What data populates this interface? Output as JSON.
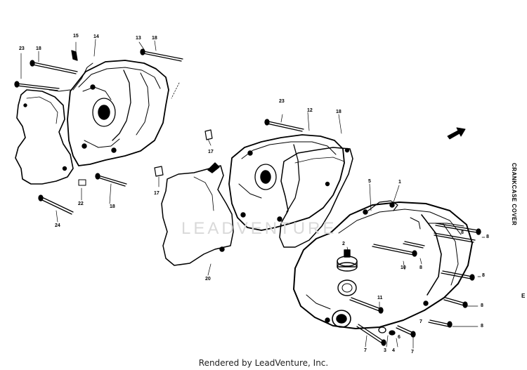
{
  "diagram": {
    "title": "CRANKCASE COVER",
    "footer": "Rendered by LeadVenture, Inc.",
    "watermark": "LEADVENTURE",
    "corner_mark": "E",
    "part_numbers": {
      "p15": "15",
      "p14": "14",
      "p13": "13",
      "p18a": "18",
      "p23a": "23",
      "p18b": "18",
      "p22": "22",
      "p18c": "18",
      "p24": "24",
      "p23b": "23",
      "p12": "12",
      "p18d": "18",
      "p17a": "17",
      "p17b": "17",
      "p20": "20",
      "p5": "5",
      "p1": "1",
      "p2": "2",
      "p10": "10",
      "p8a": "8",
      "p8b": "8",
      "p11": "11",
      "p8c": "8",
      "p8d": "8",
      "p8e": "8",
      "p8f": "8",
      "p7a": "7",
      "p3": "3",
      "p4": "4",
      "p6": "6",
      "p7b": "7",
      "p7c": "7"
    },
    "colors": {
      "line": "#000000",
      "background": "#ffffff",
      "watermark": "#d9d9d9"
    }
  }
}
